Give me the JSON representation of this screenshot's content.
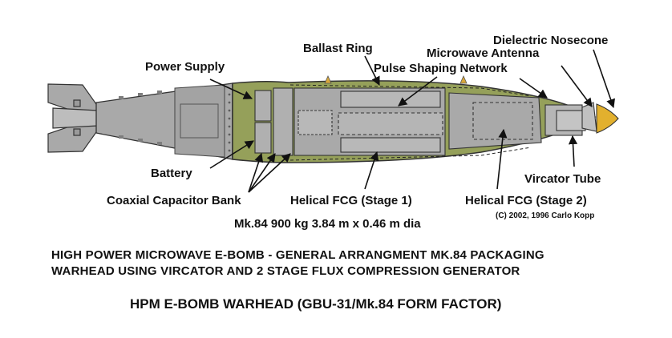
{
  "labels": {
    "dielectric_nosecone": "Dielectric Nosecone",
    "ballast_ring": "Ballast Ring",
    "microwave_antenna": "Microwave Antenna",
    "power_supply": "Power Supply",
    "pulse_shaping_network": "Pulse Shaping Network",
    "battery": "Battery",
    "vircator_tube": "Vircator Tube",
    "coaxial_capacitor_bank": "Coaxial Capacitor Bank",
    "helical_fcg_stage1": "Helical FCG (Stage 1)",
    "helical_fcg_stage2": "Helical FCG (Stage 2)"
  },
  "spec": "Mk.84 900 kg 3.84 m x 0.46 m dia",
  "copyright": "(C) 2002, 1996 Carlo Kopp",
  "caption_line1": "HIGH POWER MICROWAVE E-BOMB - GENERAL ARRANGMENT MK.84 PACKAGING",
  "caption_line2": "WARHEAD USING VIRCATOR AND 2 STAGE FLUX COMPRESSION GENERATOR",
  "title": "HPM E-BOMB WARHEAD (GBU-31/Mk.84 FORM FACTOR)",
  "colors": {
    "body_green": "#95a05a",
    "tail_grey": "#a9a9a9",
    "component_grey": "#b0b0b0",
    "nosecone_gold": "#e2b02e",
    "background": "#ffffff"
  }
}
